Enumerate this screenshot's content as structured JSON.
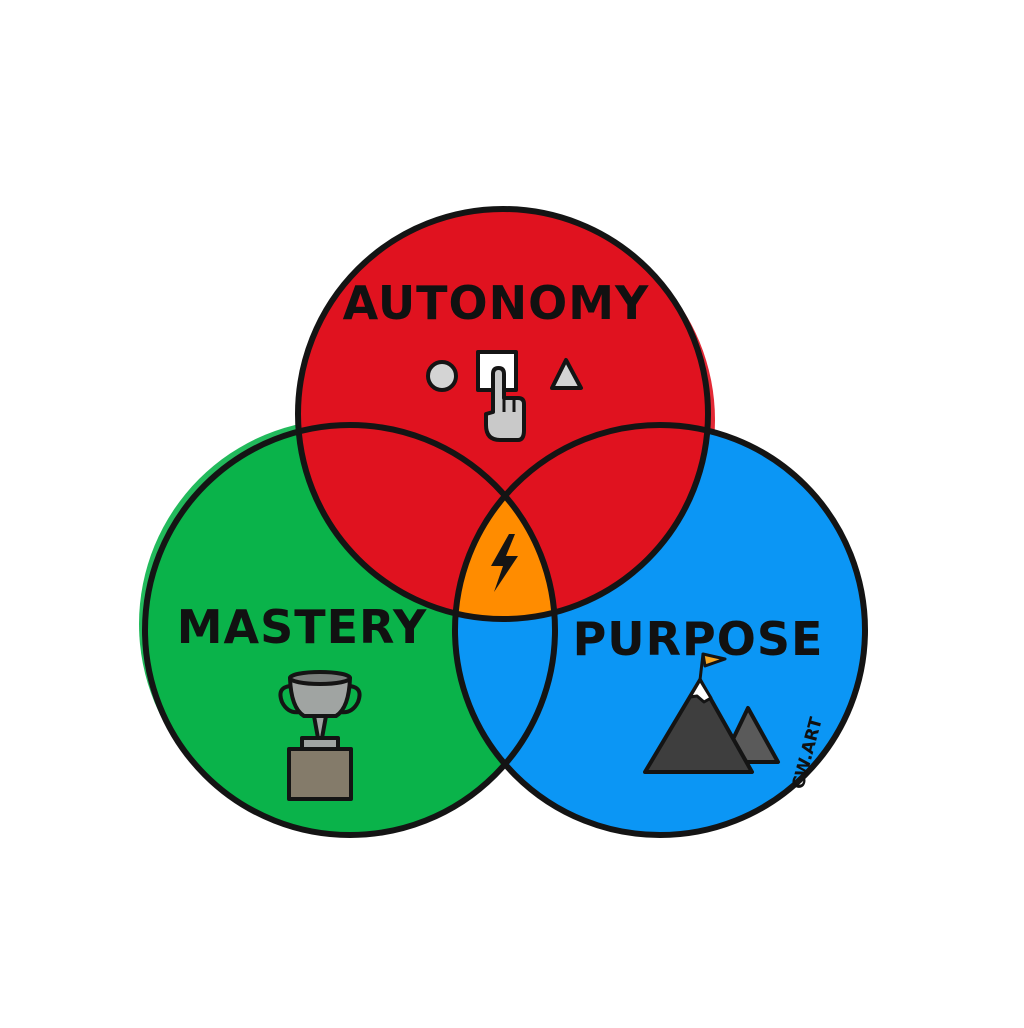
{
  "diagram": {
    "circles": [
      {
        "id": "autonomy",
        "label": "AUTONOMY",
        "fill": "#e0121f",
        "icon": "choice-shapes-hand-icon"
      },
      {
        "id": "mastery",
        "label": "MASTERY",
        "fill": "#0ab34a",
        "icon": "trophy-icon"
      },
      {
        "id": "purpose",
        "label": "PURPOSE",
        "fill": "#0b96f5",
        "icon": "mountain-flag-icon"
      }
    ],
    "center": {
      "fill": "#ff8c00",
      "icon": "lightning-bolt-icon"
    },
    "outline_color": "#141414",
    "signature": "CW.ART"
  }
}
